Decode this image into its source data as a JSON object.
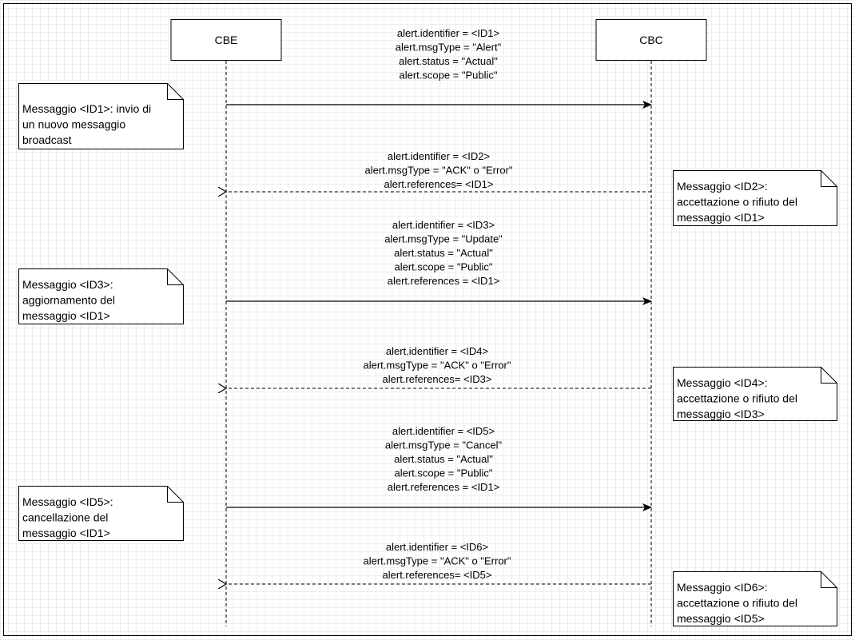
{
  "actors": {
    "cbe": {
      "label": "CBE"
    },
    "cbc": {
      "label": "CBC"
    }
  },
  "messages": [
    {
      "id": "msg1",
      "kind": "request",
      "lines": [
        "alert.identifier = <ID1>",
        "alert.msgType = \"Alert\"",
        "alert.status = \"Actual\"",
        "alert.scope = \"Public\""
      ]
    },
    {
      "id": "msg2",
      "kind": "response",
      "lines": [
        "alert.identifier = <ID2>",
        "alert.msgType = \"ACK\" o \"Error\"",
        "alert.references= <ID1>"
      ]
    },
    {
      "id": "msg3",
      "kind": "request",
      "lines": [
        "alert.identifier = <ID3>",
        "alert.msgType = \"Update\"",
        "alert.status = \"Actual\"",
        "alert.scope = \"Public\"",
        "alert.references = <ID1>"
      ]
    },
    {
      "id": "msg4",
      "kind": "response",
      "lines": [
        "alert.identifier = <ID4>",
        "alert.msgType = \"ACK\"  o \"Error\"",
        "alert.references= <ID3>"
      ]
    },
    {
      "id": "msg5",
      "kind": "request",
      "lines": [
        "alert.identifier = <ID5>",
        "alert.msgType = \"Cancel\"",
        "alert.status = \"Actual\"",
        "alert.scope = \"Public\"",
        "alert.references = <ID1>"
      ]
    },
    {
      "id": "msg6",
      "kind": "response",
      "lines": [
        "alert.identifier = <ID6>",
        "alert.msgType = \"ACK\"  o \"Error\"",
        "alert.references= <ID5>"
      ]
    }
  ],
  "notes": [
    {
      "id": "note1",
      "lines": [
        "Messaggio <ID1>: invio di",
        "un nuovo messaggio",
        "broadcast"
      ]
    },
    {
      "id": "note2",
      "lines": [
        "Messaggio <ID2>:",
        "accettazione o rifiuto del",
        "messaggio <ID1>"
      ]
    },
    {
      "id": "note3",
      "lines": [
        "Messaggio <ID3>:",
        "aggiornamento del",
        "messaggio <ID1>"
      ]
    },
    {
      "id": "note4",
      "lines": [
        "Messaggio <ID4>:",
        "accettazione o rifiuto del",
        "messaggio <ID3>"
      ]
    },
    {
      "id": "note5",
      "lines": [
        "Messaggio <ID5>:",
        "cancellazione del",
        "messaggio <ID1>"
      ]
    },
    {
      "id": "note6",
      "lines": [
        "Messaggio <ID6>:",
        "accettazione o rifiuto del",
        "messaggio <ID5>"
      ]
    }
  ]
}
